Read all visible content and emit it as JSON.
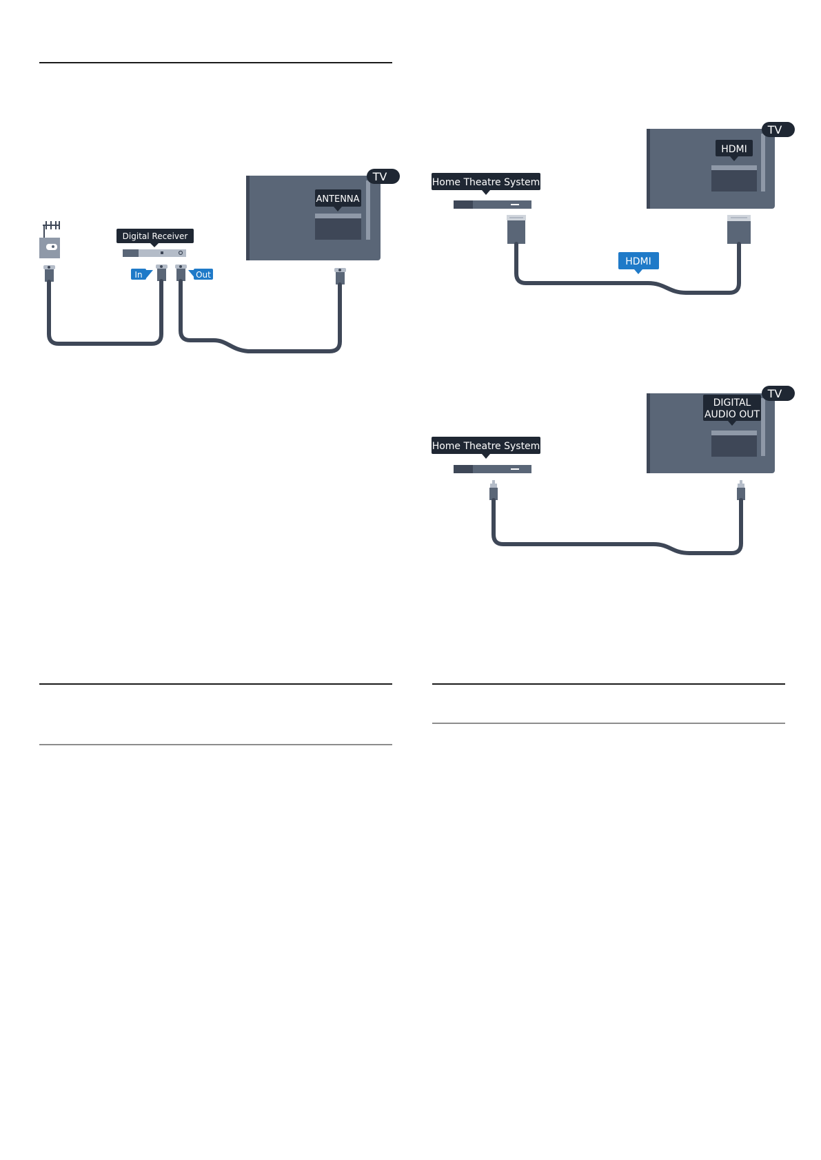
{
  "diagrams": {
    "antenna_setup": {
      "tv_badge": "TV",
      "tv_port_label": "ANTENNA",
      "receiver_label": "Digital Receiver",
      "in_label": "In",
      "out_label": "Out"
    },
    "hdmi_setup": {
      "tv_badge": "TV",
      "tv_port_label": "HDMI",
      "device_label": "Home Theatre System",
      "cable_label": "HDMI"
    },
    "optical_setup": {
      "tv_badge": "TV",
      "tv_port_label_line1": "DIGITAL",
      "tv_port_label_line2": "AUDIO OUT",
      "device_label": "Home Theatre System"
    }
  },
  "colors": {
    "tv_body": "#5a6677",
    "tv_dark": "#3e4757",
    "label_bg": "#1f2733",
    "cable": "#3e4757",
    "accent_blue": "#1f7ac8",
    "rule": "#1a1a1a"
  }
}
